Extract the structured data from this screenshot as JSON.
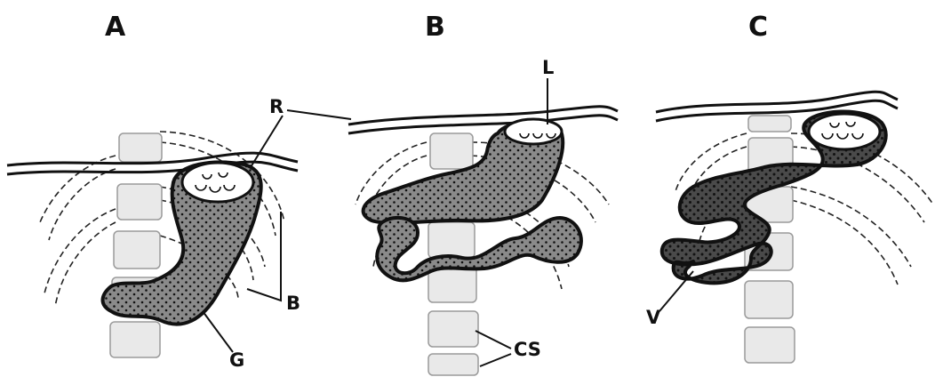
{
  "panels": [
    {
      "letter": "A"
    },
    {
      "letter": "B"
    },
    {
      "letter": "C"
    }
  ],
  "labels": {
    "R": "R",
    "L": "L",
    "B": "B",
    "G": "G",
    "CS": "CS",
    "V": "V"
  }
}
